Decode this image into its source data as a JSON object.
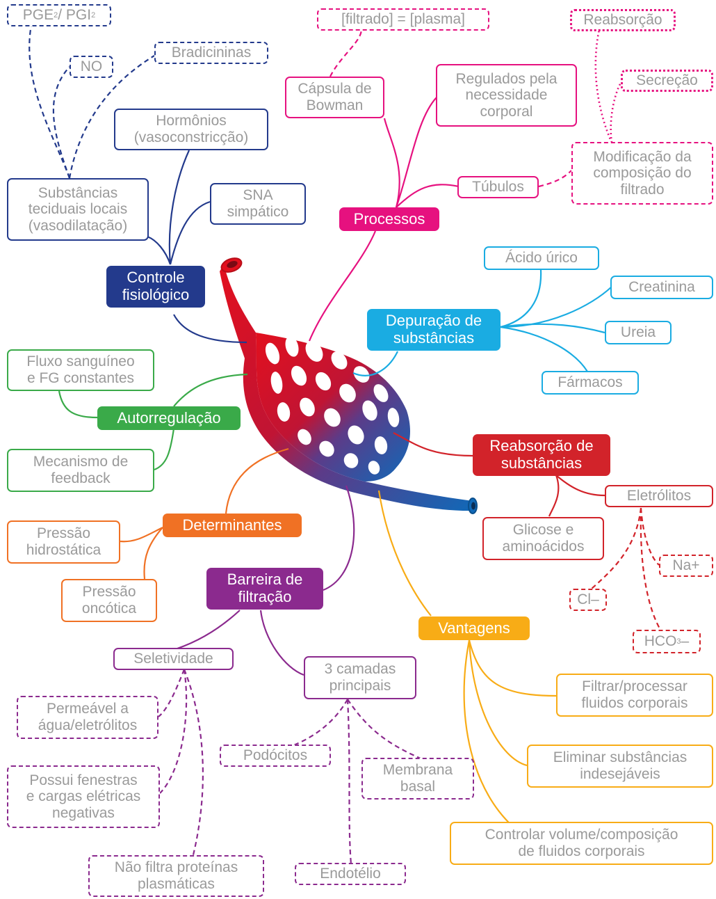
{
  "colors": {
    "navy": "#233a8c",
    "magenta": "#e6117f",
    "cyan": "#1aace2",
    "red": "#d2232a",
    "green": "#3aaa49",
    "orange": "#f07124",
    "purple": "#8b2a8e",
    "yellow": "#f8ac16",
    "text": "#9a9a9a"
  },
  "hubs": {
    "controle": "Controle\nfisiológico",
    "processos": "Processos",
    "depuracao": "Depuração de\nsubstâncias",
    "reabsorcao": "Reabsorção de\nsubstâncias",
    "autorregulacao": "Autorregulação",
    "determinantes": "Determinantes",
    "barreira": "Barreira de\nfiltração",
    "vantagens": "Vantagens"
  },
  "controle": {
    "pge": "PGE",
    "pge_sub": "2",
    "pge_sep": " / PGI",
    "pgi_sub": "2",
    "no": "NO",
    "bradicininas": "Bradicininas",
    "hormonios": "Hormônios\n(vasoconstricção)",
    "sna": "SNA\nsimpático",
    "substancias": "Substâncias\nteciduais locais\n(vasodilatação)"
  },
  "processos": {
    "filtrado": "[filtrado] = [plasma]",
    "capsula": "Cápsula de\nBowman",
    "regulados": "Regulados pela\nnecessidade\ncorporal",
    "tubulos": "Túbulos",
    "reabsorcao": "Reabsorção",
    "secrecao": "Secreção",
    "modificacao": "Modificação da\ncomposição do\nfiltrado"
  },
  "depuracao": {
    "acido": "Ácido úrico",
    "creatinina": "Creatinina",
    "ureia": "Ureia",
    "farmacos": "Fármacos"
  },
  "reabsorcao": {
    "eletrolitos": "Eletrólitos",
    "glicose": "Glicose e\naminoácidos",
    "na": "Na+",
    "cl": "Cl–",
    "hco": "HCO",
    "hco_sub": "3",
    "hco_suffix": "–"
  },
  "autorregulacao": {
    "fluxo": "Fluxo sanguíneo\ne FG constantes",
    "mecanismo": "Mecanismo de\nfeedback"
  },
  "determinantes": {
    "hidrostatica": "Pressão\nhidrostática",
    "oncotica": "Pressão\noncótica"
  },
  "barreira": {
    "seletividade": "Seletividade",
    "camadas": "3 camadas\nprincipais",
    "permeavel": "Permeável a\nágua/eletrólitos",
    "fenestras": "Possui fenestras\ne cargas elétricas\nnegativas",
    "nao_filtra": "Não filtra proteínas\nplasmáticas",
    "podocitos": "Podócitos",
    "membrana": "Membrana\nbasal",
    "endotelio": "Endotélio"
  },
  "vantagens": {
    "filtrar": "Filtrar/processar\nfluidos corporais",
    "eliminar": "Eliminar substâncias\nindesejáveis",
    "controlar": "Controlar volume/composição\nde fluidos corporais"
  }
}
